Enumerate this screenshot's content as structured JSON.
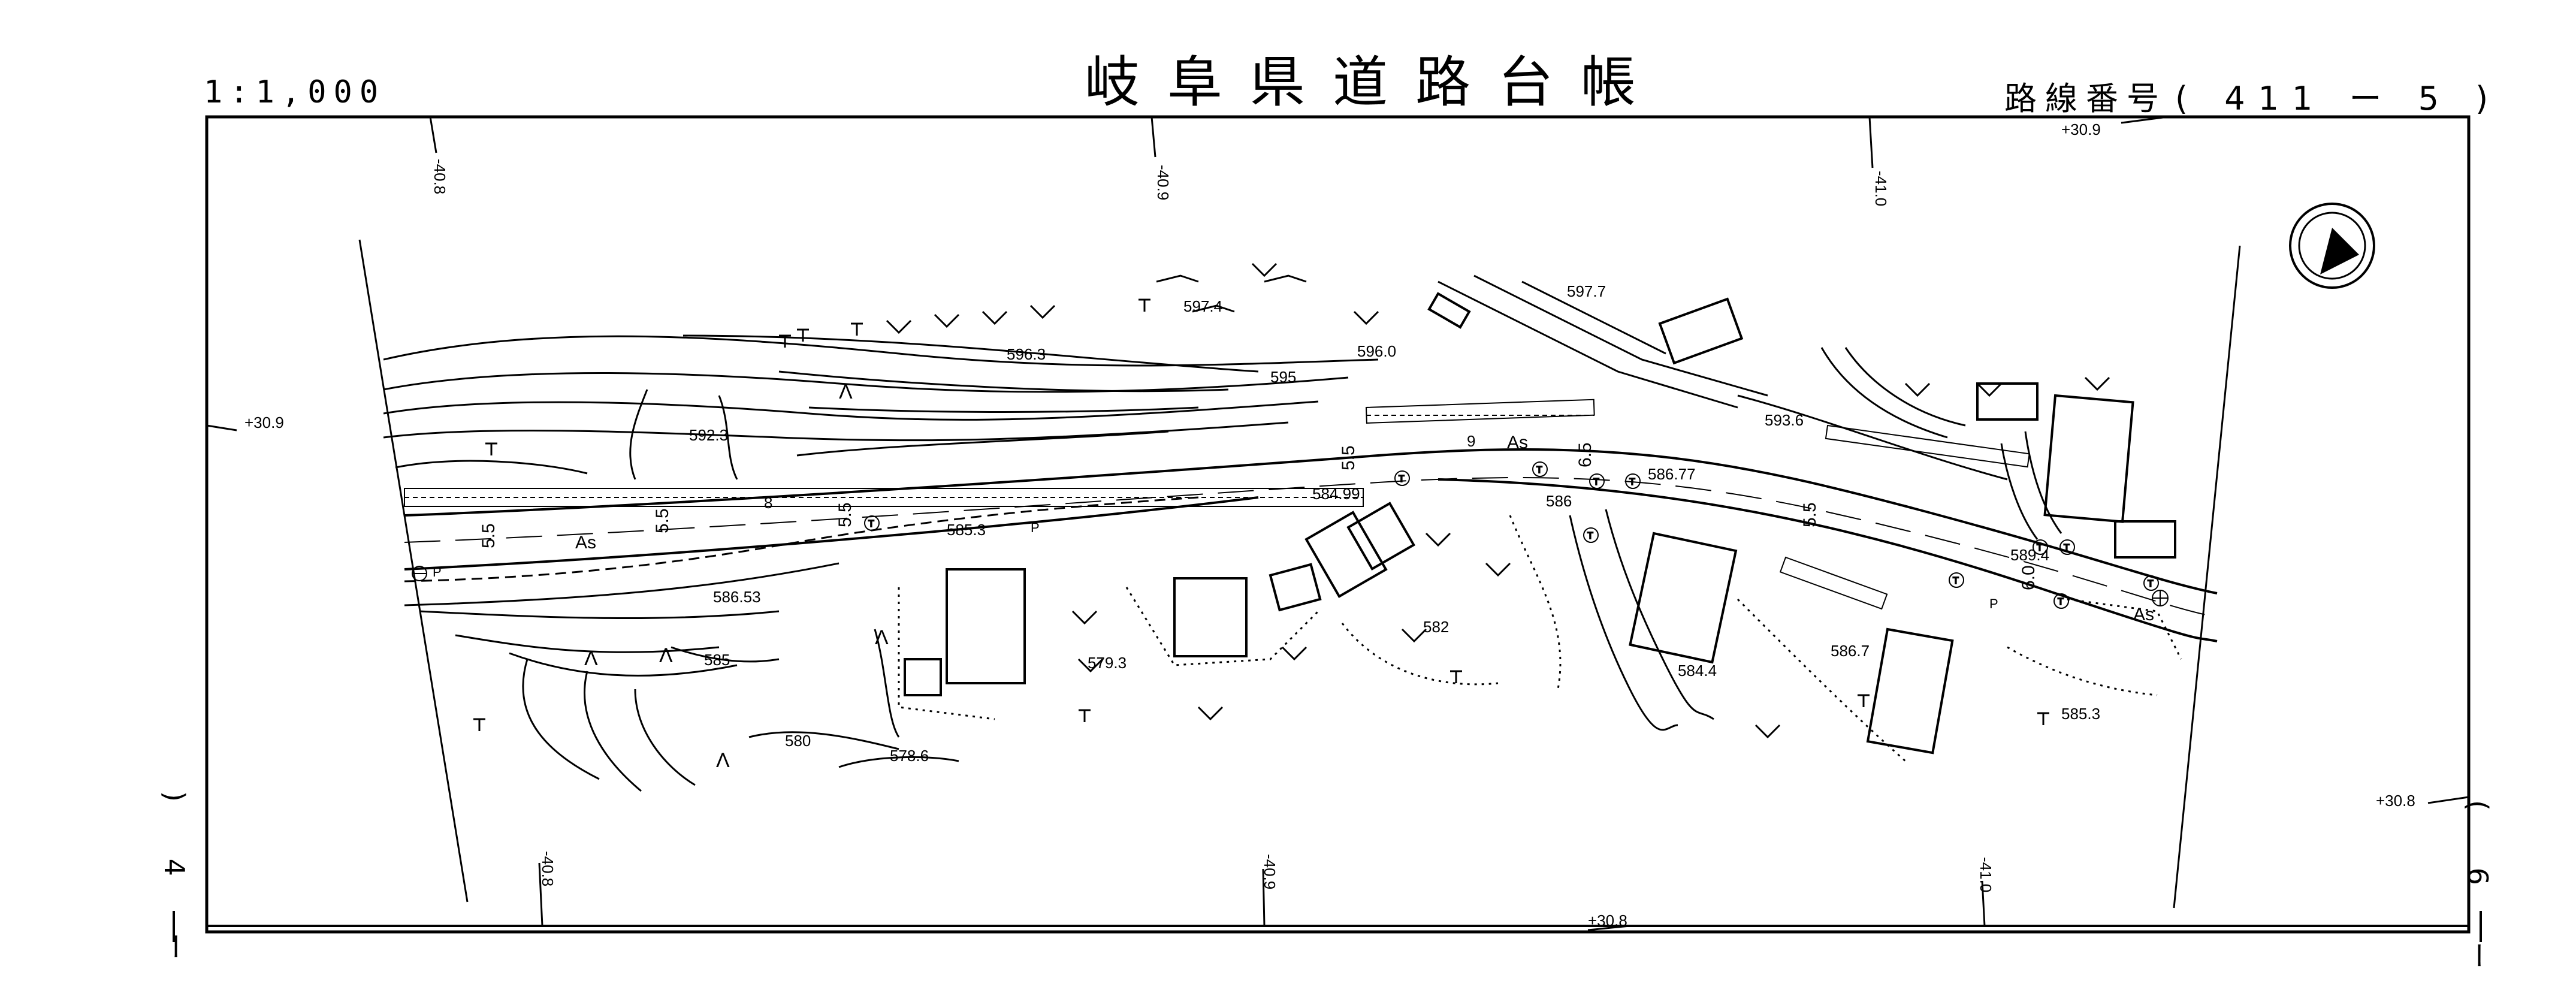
{
  "header": {
    "scale": "1:1,000",
    "title": "岐阜県道路台帳",
    "route_label": "路線番号",
    "route_number": "( 411 ー  5  )"
  },
  "side_marks": {
    "left": ") 4 ー",
    "right": "( 6 ー"
  },
  "grid_labels": {
    "top_1": "-40.8",
    "top_2": "-40.9",
    "top_3": "-41.0",
    "bottom_1": "-40.8",
    "bottom_2": "-40.9",
    "bottom_3": "-41.0",
    "left_1": "+30.9",
    "top_right": "+30.9",
    "right_1": "+30.8",
    "bottom_center": "+30.8"
  },
  "road_labels": {
    "surface_1": "As",
    "surface_2": "As",
    "surface_3": "As",
    "width_1": "5.5",
    "width_2": "5.5",
    "width_3": "5.5",
    "width_4": "5.5",
    "width_5": "6.5",
    "width_6": "5.5",
    "width_7": "6.0",
    "lane_8": "8",
    "lane_9": "9"
  },
  "elevations": {
    "e1": "597.4",
    "e2": "597.7",
    "e3": "596.3",
    "e4": "596.0",
    "e5": "595",
    "e6": "592.3",
    "e7": "593.6",
    "e8": "586.77",
    "e9": "584.99",
    "e10": "585.3",
    "e11": "586",
    "e12": "589.4",
    "e13": "586.53",
    "e14": "585",
    "e15": "582",
    "e16": "579.3",
    "e17": "584.4",
    "e18": "586.7",
    "e19": "585.3",
    "e20": "580",
    "e21": "578.6"
  },
  "symbols": {
    "north_arrow": "north-arrow-icon",
    "telephone_pole": "telephone-pole-icon",
    "pole_marker": "P",
    "map_symbol": "Λ"
  }
}
